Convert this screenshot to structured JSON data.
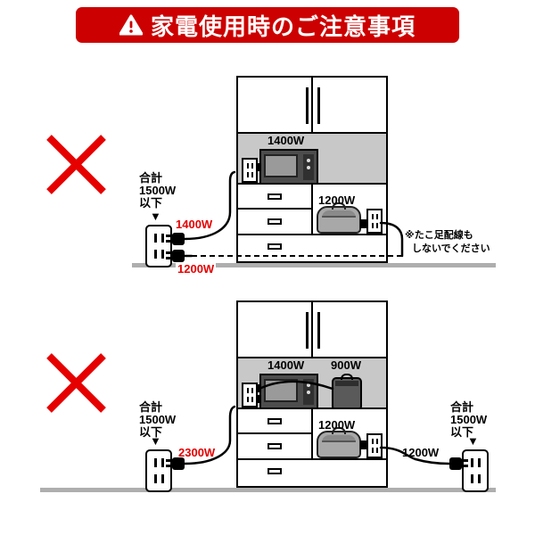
{
  "colors": {
    "banner_bg": "#cc0000",
    "accent_red": "#e60000",
    "shelf_gray": "#c8c8c8",
    "ground_gray": "#aeaeae"
  },
  "banner": {
    "title": "家電使用時のご注意事項"
  },
  "diagram_top": {
    "total_left": {
      "l1": "合計",
      "l2": "1500W",
      "l3": "以下"
    },
    "arrow": "▼",
    "plug_top_label": "1400W",
    "plug_bottom_label": "1200W",
    "microwave_label": "1400W",
    "cooker_label": "1200W",
    "note_l1": "※たこ足配線も",
    "note_l2": "しないでください"
  },
  "diagram_bottom": {
    "total_left": {
      "l1": "合計",
      "l2": "1500W",
      "l3": "以下"
    },
    "total_right": {
      "l1": "合計",
      "l2": "1500W",
      "l3": "以下"
    },
    "arrow": "▼",
    "left_plug_label": "2300W",
    "right_plug_label": "1200W",
    "microwave_label": "1400W",
    "kettle_label": "900W",
    "cooker_label": "1200W"
  }
}
